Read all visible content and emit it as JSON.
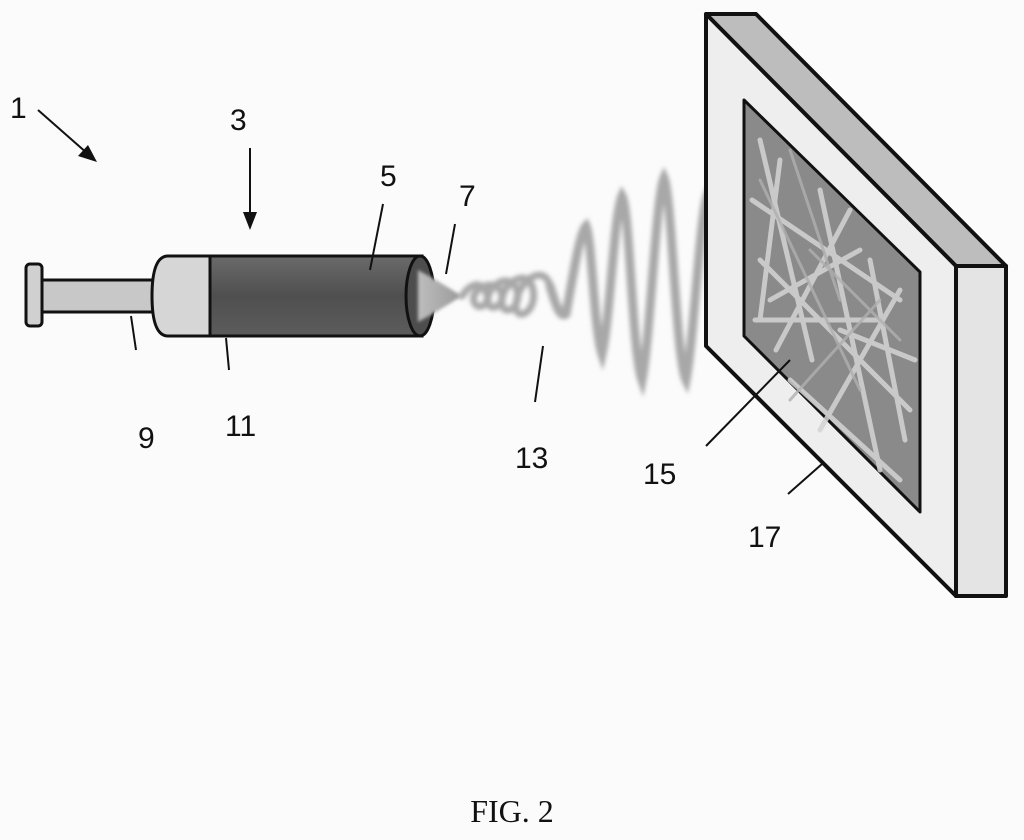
{
  "figure": {
    "caption": "FIG. 2",
    "labels": {
      "l1": "1",
      "l3": "3",
      "l5": "5",
      "l7": "7",
      "l9": "9",
      "l11": "11",
      "l13": "13",
      "l15": "15",
      "l17": "17"
    }
  },
  "colors": {
    "background": "#fbfbfb",
    "outline": "#111111",
    "barrel_fluid": "#555555",
    "barrel_end": "#d6d6d6",
    "plunger": "#c8c8c8",
    "fiber_jet": "#a8a8a8",
    "collector_frame": "#eeeeee",
    "collector_side": "#bdbdbd",
    "fiber_mat": "#8a8a8a"
  },
  "icons": {
    "syringe": "syringe-icon",
    "collector": "collector-plate-icon"
  }
}
